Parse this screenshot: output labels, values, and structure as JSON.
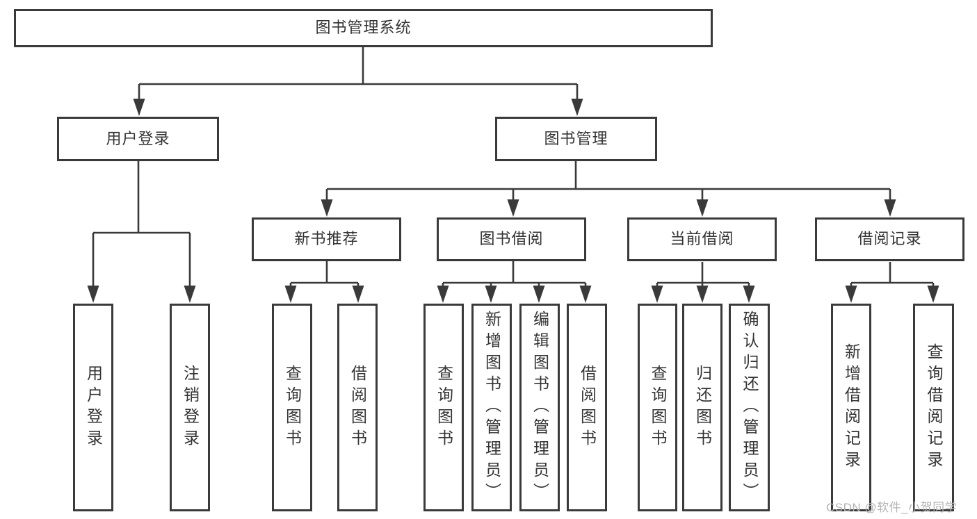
{
  "diagram": {
    "root": {
      "label": "图书管理系统"
    },
    "level2": [
      {
        "label": "用户登录"
      },
      {
        "label": "图书管理"
      }
    ],
    "level3": [
      {
        "label": "新书推荐"
      },
      {
        "label": "图书借阅"
      },
      {
        "label": "当前借阅"
      },
      {
        "label": "借阅记录"
      }
    ],
    "leaves": {
      "user_login": [
        {
          "label": "用户登录"
        },
        {
          "label": "注销登录"
        }
      ],
      "new_book_recommend": [
        {
          "label": "查询图书"
        },
        {
          "label": "借阅图书"
        }
      ],
      "book_borrow": [
        {
          "label": "查询图书"
        },
        {
          "label": "新增图书（管理员）"
        },
        {
          "label": "编辑图书（管理员）"
        },
        {
          "label": "借阅图书"
        }
      ],
      "current_borrow": [
        {
          "label": "查询图书"
        },
        {
          "label": "归还图书"
        },
        {
          "label": "确认归还（管理员）"
        }
      ],
      "borrow_records": [
        {
          "label": "新增借阅记录"
        },
        {
          "label": "查询借阅记录"
        }
      ]
    }
  },
  "watermark": {
    "text": "CSDN @软件_小贺同学"
  },
  "colors": {
    "line": "#3a3a3a",
    "text": "#333333",
    "watermark": "#b3b3b3",
    "bg": "#ffffff"
  }
}
